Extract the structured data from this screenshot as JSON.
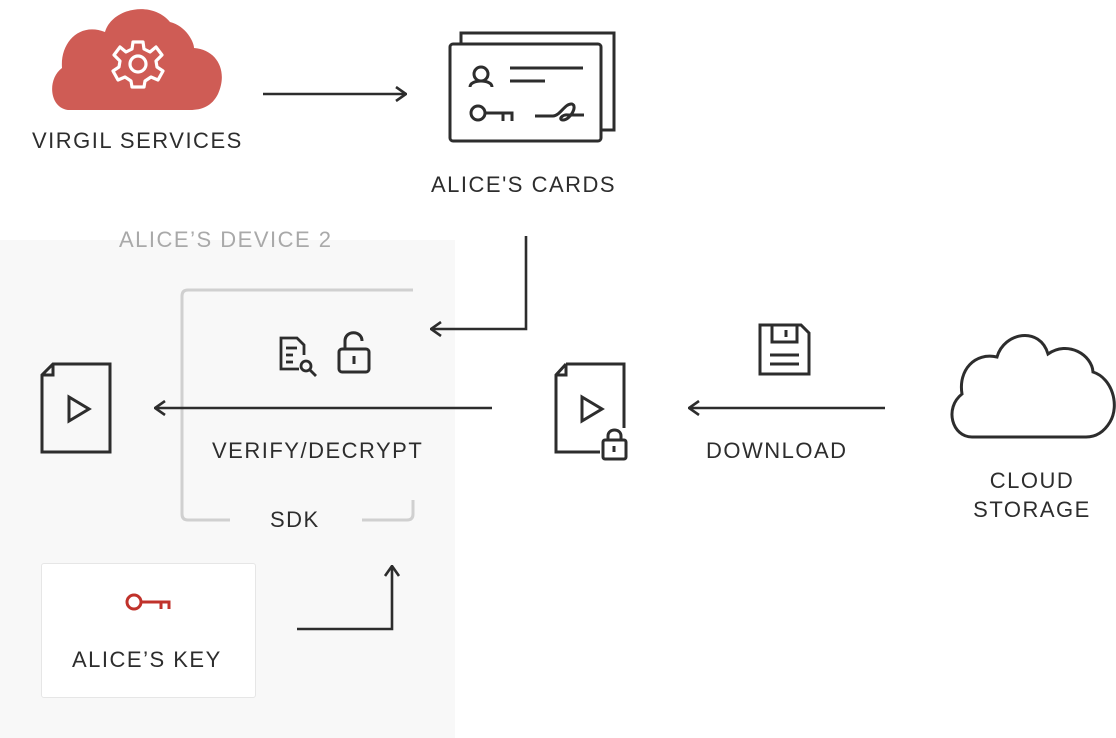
{
  "labels": {
    "virgil_services": "VIRGIL SERVICES",
    "alices_cards": "ALICE'S CARDS",
    "device_title": "ALICE’S DEVICE 2",
    "verify_decrypt": "VERIFY/DECRYPT",
    "sdk": "SDK",
    "alices_key": "ALICE’S KEY",
    "download": "DOWNLOAD",
    "cloud_storage_line1": "CLOUD",
    "cloud_storage_line2": "STORAGE"
  },
  "colors": {
    "stroke": "#2d2d2d",
    "accent_red": "#cf5c55",
    "key_red": "#c0322b",
    "device_bg": "#f8f8f8",
    "device_title": "#a9a9a9",
    "sdk_frame": "#d0d0d0"
  },
  "icons": [
    "cloud-gear-icon",
    "cards-icon",
    "document-search-icon",
    "unlock-icon",
    "video-file-icon",
    "locked-video-file-icon",
    "floppy-disk-icon",
    "cloud-icon",
    "key-icon"
  ]
}
